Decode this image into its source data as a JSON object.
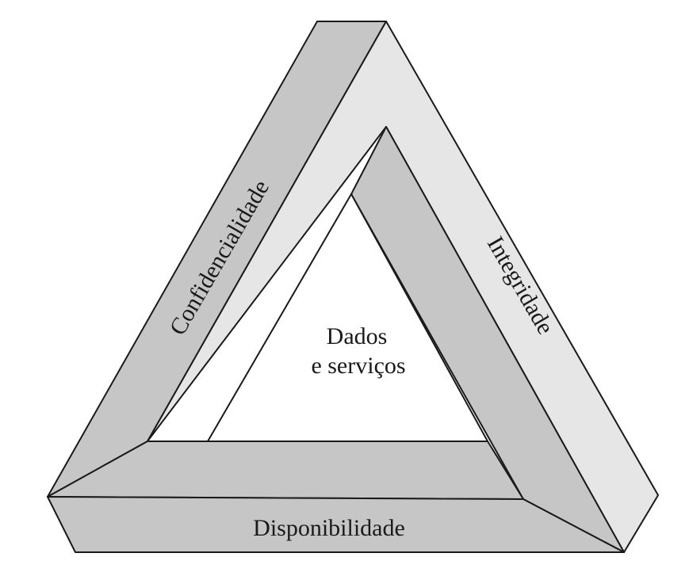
{
  "diagram": {
    "labels": {
      "left": "Confidencialidade",
      "right": "Integridade",
      "bottom": "Disponibilidade",
      "center_line1": "Dados",
      "center_line2": "e serviços"
    },
    "colors": {
      "dark_face": "#c6c6c6",
      "light_face": "#e6e6e6",
      "outline": "#1a1a1a",
      "background": "#ffffff"
    }
  }
}
